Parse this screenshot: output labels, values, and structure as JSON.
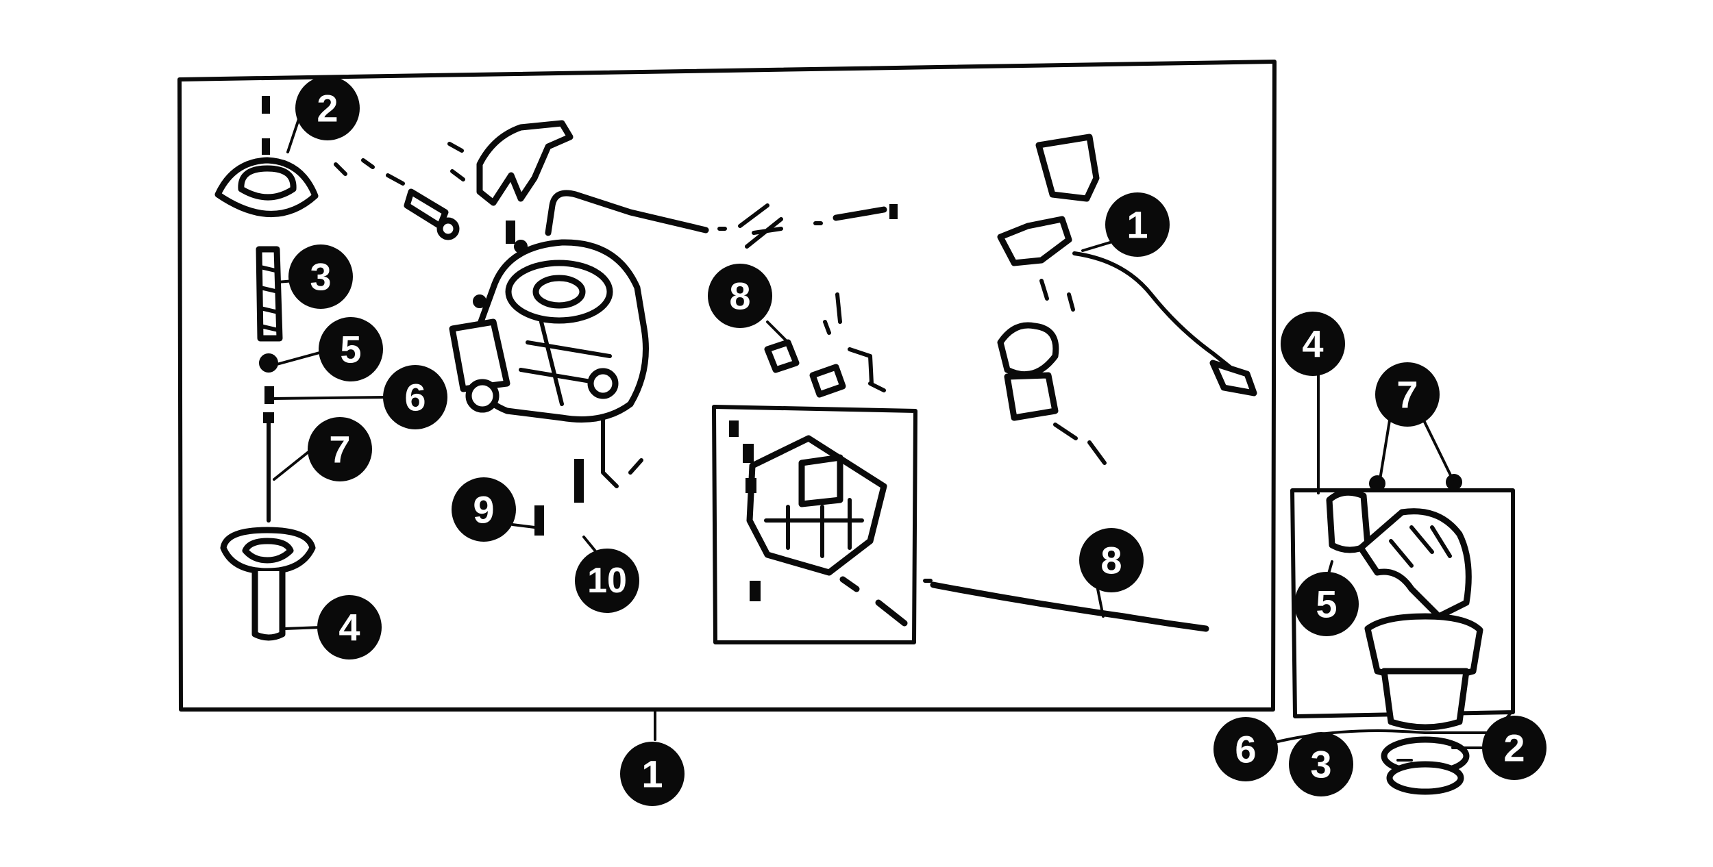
{
  "colors": {
    "ink": "#0a0a0a",
    "paper": "#ffffff",
    "callout_text": "#ffffff"
  },
  "main_assembly": {
    "callouts": {
      "c1_top": "1",
      "c2": "2",
      "c3": "3",
      "c4": "4",
      "c5": "5",
      "c6": "6",
      "c7": "7",
      "c8_upper": "8",
      "c8_lower": "8",
      "c9": "9",
      "c10": "10",
      "c1_bottom": "1"
    }
  },
  "side_assembly": {
    "callouts": {
      "c4": "4",
      "c7": "7",
      "c5": "5",
      "c6": "6",
      "c3": "3",
      "c2": "2"
    }
  }
}
